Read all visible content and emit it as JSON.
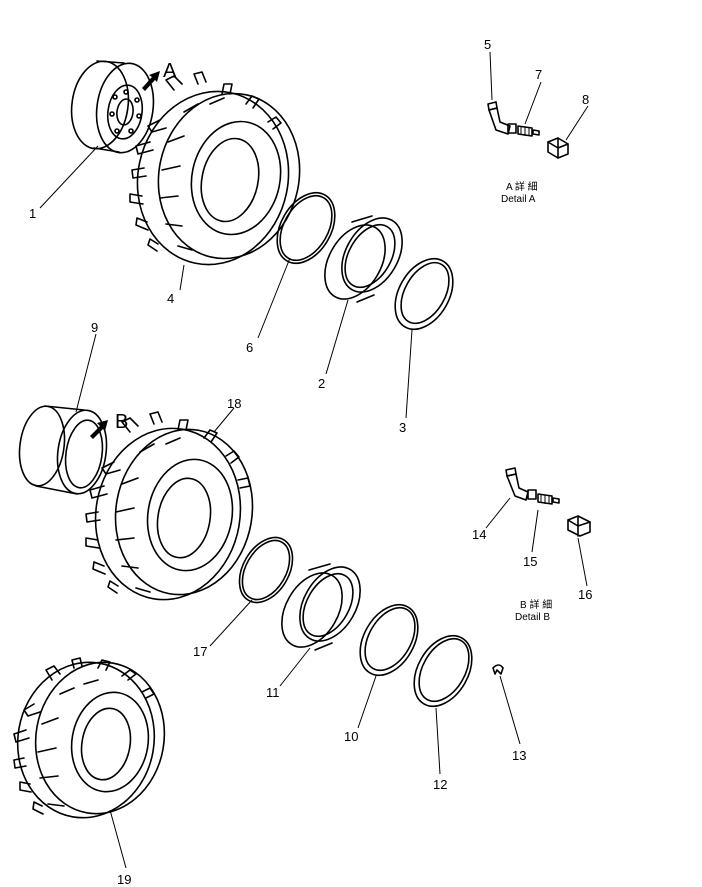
{
  "callouts": {
    "A": "A",
    "B": "B"
  },
  "detail_a": {
    "line1": "A 詳 細",
    "line2": "Detail A"
  },
  "detail_b": {
    "line1": "B 詳 細",
    "line2": "Detail B"
  },
  "part_numbers": {
    "p1": "1",
    "p2": "2",
    "p3": "3",
    "p4": "4",
    "p5": "5",
    "p6": "6",
    "p7": "7",
    "p8": "8",
    "p9": "9",
    "p10": "10",
    "p11": "11",
    "p12": "12",
    "p13": "13",
    "p14": "14",
    "p15": "15",
    "p16": "16",
    "p17": "17",
    "p18": "18",
    "p19": "19"
  }
}
